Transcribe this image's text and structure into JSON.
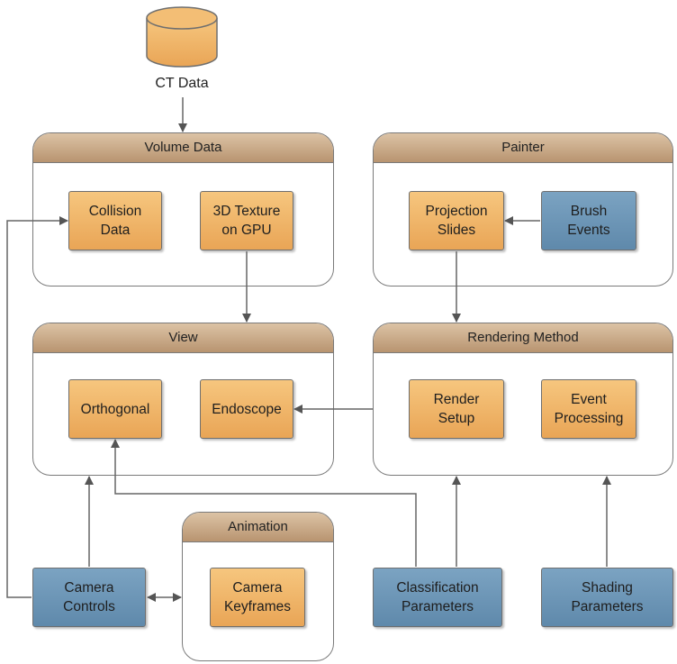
{
  "source": {
    "label": "CT Data"
  },
  "containers": {
    "volume_data": "Volume Data",
    "painter": "Painter",
    "view": "View",
    "rendering_method": "Rendering Method",
    "animation": "Animation"
  },
  "nodes": {
    "collision_data": "Collision\nData",
    "texture_gpu": "3D Texture\non GPU",
    "projection_slides": "Projection\nSlides",
    "brush_events": "Brush\nEvents",
    "orthogonal": "Orthogonal",
    "endoscope": "Endoscope",
    "render_setup": "Render\nSetup",
    "event_processing": "Event\nProcessing",
    "camera_keyframes": "Camera\nKeyframes",
    "camera_controls": "Camera\nControls",
    "classification_parameters": "Classification\nParameters",
    "shading_parameters": "Shading\nParameters"
  },
  "colors": {
    "input_node": "#6a93b4",
    "process_node": "#f0b468",
    "header": "#c8a784"
  }
}
